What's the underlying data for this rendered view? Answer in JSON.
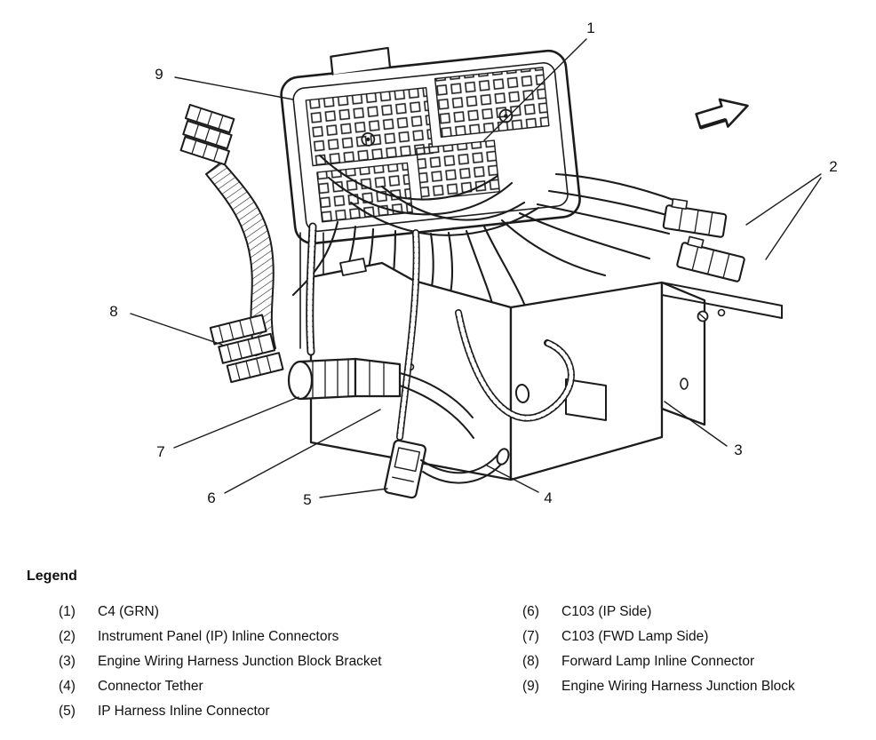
{
  "figure": {
    "callouts": {
      "c1": "1",
      "c2": "2",
      "c3": "3",
      "c4": "4",
      "c5": "5",
      "c6": "6",
      "c7": "7",
      "c8": "8",
      "c9": "9"
    }
  },
  "legend": {
    "title": "Legend",
    "left": [
      {
        "num": "(1)",
        "label": "C4 (GRN)"
      },
      {
        "num": "(2)",
        "label": "Instrument Panel (IP) Inline Connectors"
      },
      {
        "num": "(3)",
        "label": "Engine Wiring Harness Junction Block Bracket"
      },
      {
        "num": "(4)",
        "label": "Connector Tether"
      },
      {
        "num": "(5)",
        "label": "IP Harness Inline Connector"
      }
    ],
    "right": [
      {
        "num": "(6)",
        "label": "C103 (IP Side)"
      },
      {
        "num": "(7)",
        "label": "C103 (FWD Lamp Side)"
      },
      {
        "num": "(8)",
        "label": "Forward Lamp Inline Connector"
      },
      {
        "num": "(9)",
        "label": "Engine Wiring Harness Junction Block"
      }
    ]
  }
}
